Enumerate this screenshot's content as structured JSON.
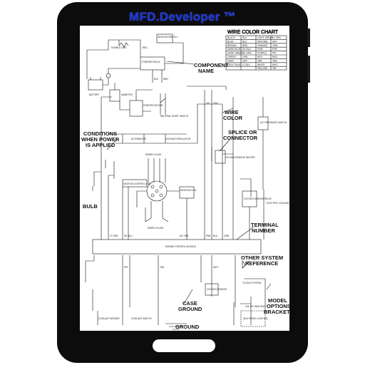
{
  "app": {
    "title": "MFD.Developer ™"
  },
  "diagram": {
    "wire_color_chart": {
      "title": "WIRE COLOR CHART",
      "rows": [
        [
          "BLACK",
          "BLK",
          "LIGHT GREEN",
          "LT GRN"
        ],
        [
          "BLUE",
          "BLU",
          "NATURAL",
          "NAT"
        ],
        [
          "BROWN",
          "BRN",
          "ORANGE",
          "ORN"
        ],
        [
          "DARK BLUE",
          "DK BLU",
          "PINK",
          "PNK"
        ],
        [
          "DARK GREEN",
          "DK GRN",
          "PURPLE",
          "PPL"
        ],
        [
          "GREEN",
          "GRN",
          "RED",
          "RED"
        ],
        [
          "GRAY",
          "GRY",
          "TAN",
          "TAN"
        ],
        [
          "LIGHT BLUE",
          "LT BLU",
          "WHITE",
          "WHT"
        ],
        [
          "",
          "",
          "YELLOW",
          "YEL"
        ]
      ]
    },
    "annotations": {
      "component_name": [
        "COMPONENT",
        "NAME"
      ],
      "conditions": [
        "CONDITIONS",
        "WHEN POWER",
        "IS APPLIED"
      ],
      "wire_color": [
        "WIRE",
        "COLOR"
      ],
      "splice": [
        "SPLICE OR",
        "CONNECTOR"
      ],
      "bulb": "BULB",
      "terminal_number": [
        "TERMINAL",
        "NUMBER"
      ],
      "other_system_reference": [
        "OTHER SYSTEM",
        "REFERENCE"
      ],
      "case_ground": [
        "CASE",
        "GROUND"
      ],
      "ground": "GROUND",
      "model_options": [
        "MODEL",
        "OPTIONS",
        "BRACKET"
      ]
    },
    "component_labels": {
      "fusible_link": "FUSIBLE LINK",
      "starter_relay": "STARTER RELAY",
      "battery": "BATTERY",
      "ammeter": "AMMETER",
      "starter_motor": "STARTER MOTOR",
      "neutral_start_switch": "NEUTRAL START SWITCH",
      "ignition_switch": "IGNITION SWITCH",
      "alternator": "ALTERNATOR",
      "voltage_regulator": "VOLTAGE REGULATOR",
      "spark_plugs_top": "SPARK PLUGS",
      "ignition_control_unit": "IGNITION CONTROL UNIT",
      "ignition_coil": "IGNITION COIL",
      "spark_plugs_bottom": "SPARK PLUGS",
      "oxygen_sensor_heater": "OXYGEN SENSOR HEATER",
      "oxygen_sensor_relay": "OXYGEN SENSOR RELAY",
      "ac_pressure_switch": "A/C PRESSURE SWITCH",
      "electric_cooling": "ELECTRIC COOLING",
      "engine_control_module": "ENGINE CONTROL MODULE",
      "coolant_sensor": "COOLANT SENSOR",
      "oxygen_sensor": "OXYGEN SENSOR",
      "coolant_switch": "COOLANT SWITCH",
      "idle_speed_control": "IDLE SPEED CONTROL",
      "to_idle_system": "TO IDLE SYSTEM",
      "with_4wd": "4.6L EFI 4WD ONLY"
    },
    "wire_tags": [
      "RED",
      "BLK",
      "BRN",
      "YEL",
      "GRY",
      "DK BLU",
      "LT GRN",
      "DK GRN",
      "PNK",
      "BLU",
      "ORN",
      "PPL",
      "TAN",
      "WHT"
    ]
  }
}
